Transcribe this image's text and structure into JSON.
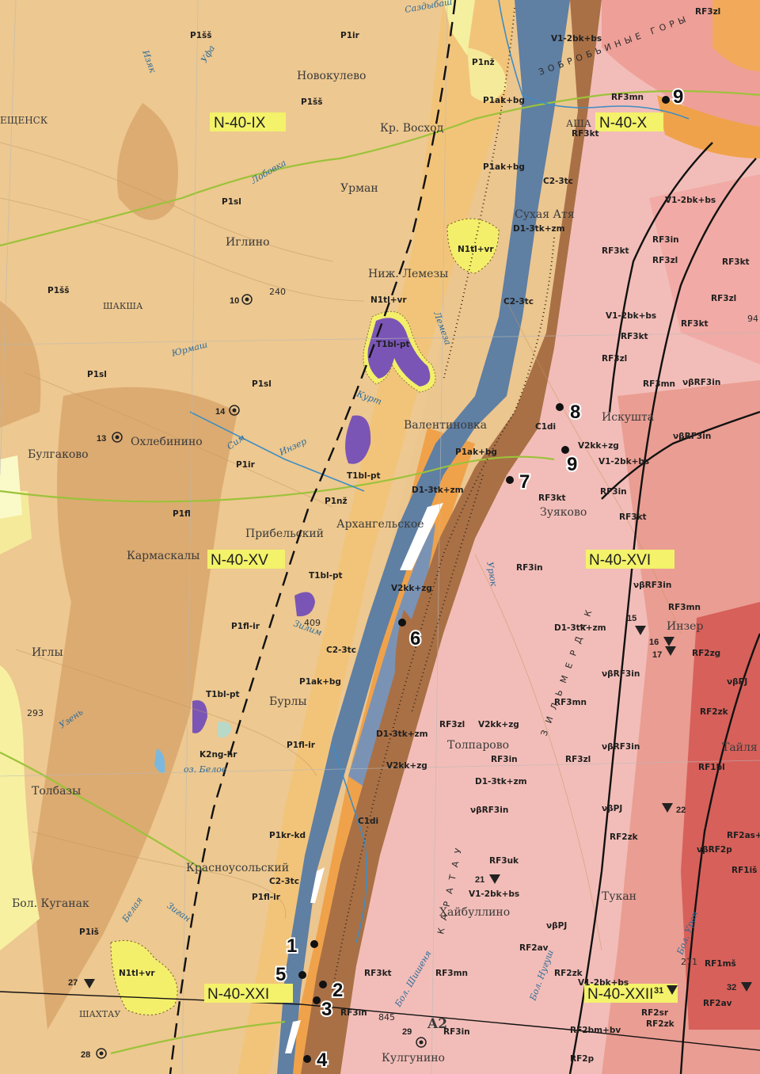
{
  "sheets": [
    "N-40-IX",
    "N-40-X",
    "N-40-XV",
    "N-40-XVI",
    "N-40-XXI",
    "N-40-XXII"
  ],
  "settlements": [
    "Новокулево",
    "Кр. Восход",
    "Урман",
    "Иглино",
    "ШАКША",
    "Ниж. Лемезы",
    "Сухая Атя",
    "Валентиновка",
    "Охлебинино",
    "Булгаково",
    "Кармаскалы",
    "Прибельский",
    "Архангельское",
    "Искушта",
    "Зуяково",
    "Иглы",
    "Бурлы",
    "Толпарово",
    "Толбазы",
    "Краснoусольский",
    "Бол. Куганак",
    "Хайбуллино",
    "Тукан",
    "Кулгунино",
    "ШАХТАУ",
    "АША",
    "ЕЩЕНСК",
    "Тайля",
    "Инзер"
  ],
  "rivers": [
    "Изяк",
    "Уфа",
    "Саздыбаш",
    "Лобовка",
    "Сим",
    "Инзер",
    "Юрмаш",
    "Курт",
    "Лемеза",
    "Зилим",
    "Узень",
    "Белая",
    "Зиган",
    "Урюк",
    "Бол. Шишеня",
    "Бол. Нугуш",
    "Бол. Уран"
  ],
  "ridges": [
    "ЗОБРОБЬИНЫЕ ГОРЫ",
    "КАРАТАУ",
    "ЗИЛЬМЕРДАК"
  ],
  "lake": "оз. Белое",
  "geo_labels": [
    "P1šš",
    "P1ir",
    "P1sl",
    "P1fl",
    "P1ak+bg",
    "P1nž",
    "P1kr-kd",
    "P1fl-ir",
    "P1iš",
    "N1tl+vr",
    "T1bl-pt",
    "K2ng-hr",
    "C2-3tc",
    "C1di",
    "D1-3tk+zm",
    "V2kk+zg",
    "V1-2bk+bs",
    "RF3kt",
    "RF3in",
    "RF3zl",
    "RF3mn",
    "RF2zk",
    "RF2zg",
    "RF2av",
    "RF1bl",
    "RF3uk",
    "RF1mš",
    "RF1iš",
    "RF2sr",
    "RF2bm+bv",
    "RF2p",
    "νβRF3in",
    "νβPJ",
    "νβRF2p",
    "RF2as+",
    "RF3mn"
  ],
  "points": [
    {
      "label": "1"
    },
    {
      "label": "2"
    },
    {
      "label": "3"
    },
    {
      "label": "4"
    },
    {
      "label": "5"
    },
    {
      "label": "6"
    },
    {
      "label": "7"
    },
    {
      "label": "8"
    },
    {
      "label": "9"
    },
    {
      "label": "9"
    }
  ],
  "sites": [
    "10",
    "13",
    "14",
    "27",
    "28",
    "29",
    "15",
    "16",
    "17",
    "21",
    "22",
    "31",
    "32"
  ],
  "elevations": [
    "240",
    "409",
    "293",
    "845",
    "94",
    "271"
  ],
  "grid_mark": "A2",
  "colors": {
    "jurassic_bg": "#e9c48a",
    "permian_light": "#f0cf96",
    "permian_dark": "#d9a56a",
    "triassic": "#7a55b5",
    "neogene": "#f4ef6a",
    "carbon": "#5f7fa3",
    "devonian": "#a97046",
    "riphean": "#f2b5b5",
    "riphean_dark": "#df7676",
    "river": "#3e8dc4",
    "topo": "#9cc23a"
  }
}
